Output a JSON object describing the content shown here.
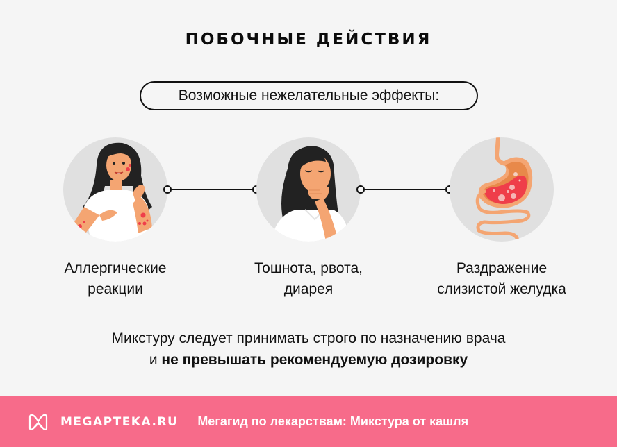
{
  "header": {
    "title": "ПОБОЧНЫЕ ДЕЙСТВИЯ",
    "subtitle": "Возможные нежелательные эффекты:"
  },
  "effects": [
    {
      "line1": "Аллергические",
      "line2": "реакции",
      "icon": "allergy-woman-illustration"
    },
    {
      "line1": "Тошнота, рвота,",
      "line2": "диарея",
      "icon": "nausea-woman-illustration"
    },
    {
      "line1": "Раздражение",
      "line2": "слизистой желудка",
      "icon": "stomach-illustration"
    }
  ],
  "note": {
    "line1": "Микстуру следует принимать строго по назначению врача",
    "line2_prefix": "и ",
    "line2_bold": "не превышать рекомендуемую дозировку"
  },
  "footer": {
    "brand": "MEGAPTEKA.RU",
    "tagline": "Мегагид по лекарствам: Микстура от кашля",
    "logo_icon": "megapteka-logo-icon"
  },
  "colors": {
    "background": "#f5f5f5",
    "footer": "#f76b8a",
    "circle": "#e0e0e0",
    "skin": "#f4a572",
    "rash": "#ef3e4a",
    "hair": "#222222"
  }
}
